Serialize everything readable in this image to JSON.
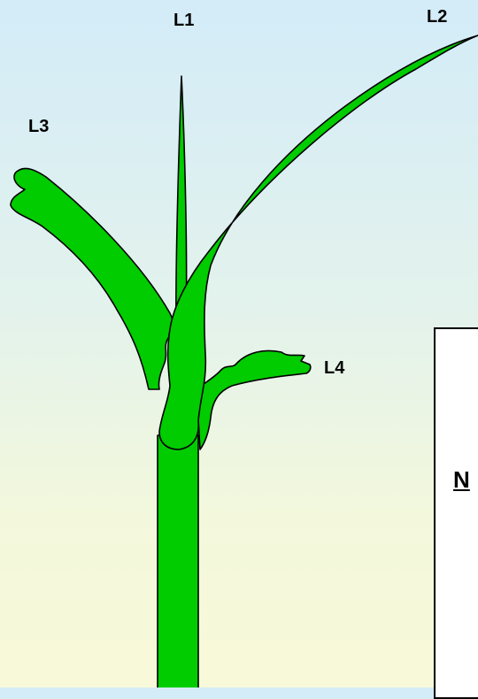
{
  "colors": {
    "leaf_fill": "#00cc00",
    "outline": "#000000",
    "background_top": "#d3ecf8",
    "background_bottom": "#f8f9d8"
  },
  "labels": {
    "l1": "L1",
    "l2": "L2",
    "l3": "L3",
    "l4": "L4"
  },
  "info_box": {
    "text": "N"
  }
}
